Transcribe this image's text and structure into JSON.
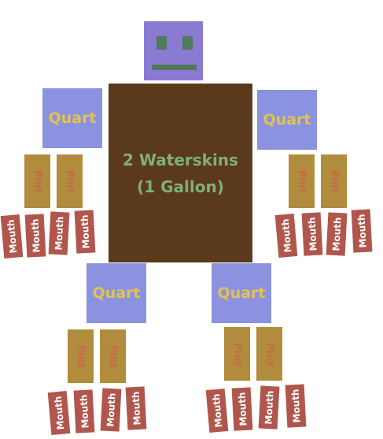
{
  "colors": {
    "head": "#8a7ad1",
    "head_features": "#4f7a5c",
    "torso": "#5a3a1a",
    "torso_text": "#7fae7e",
    "quart": "#8b93e0",
    "quart_text": "#e4c24e",
    "pint": "#b08c3c",
    "pint_text": "#c86a4a",
    "mouth": "#b0564c",
    "mouth_text": "#ffffff"
  },
  "torso": {
    "line1": "2 Waterskins",
    "line2": "(1 Gallon)"
  },
  "quart_label": "Quart",
  "pint_label": "Pint",
  "mouth_label": "Mouth"
}
